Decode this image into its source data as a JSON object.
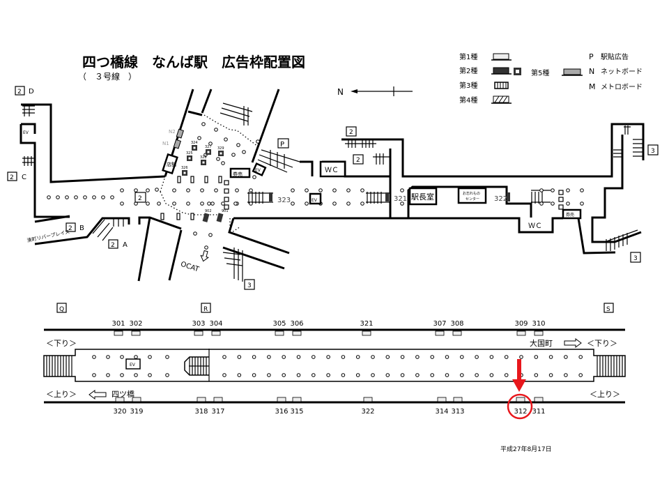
{
  "title": "四つ橋線　なんば駅　広告枠配置図",
  "subtitle": "（　３号線　）",
  "north": {
    "label": "N"
  },
  "legend": {
    "type1": "第1種",
    "type2": "第2種",
    "type3": "第3種",
    "type4": "第4種",
    "type5": "第5種",
    "p_key": "P",
    "p_label": "駅貼広告",
    "n_key": "N",
    "n_label": "ネットボード",
    "m_key": "M",
    "m_label": "メトロボード"
  },
  "concourse": {
    "exits": {
      "d_num": "2",
      "d": "D",
      "c_num": "2",
      "c": "C",
      "b_num": "2",
      "b": "B",
      "a_num": "2",
      "a": "A",
      "mid_num": "2",
      "p_box": "P",
      "north_num1": "2",
      "north_num2": "2",
      "right_top": "3",
      "right_bottom": "3",
      "south": "3"
    },
    "destinations": {
      "riverplace": "湊町リバープレイス",
      "ocat": "OCAT"
    },
    "rooms": {
      "ev_left": "EV",
      "ev_mid": "EV",
      "ev_corr": "EV",
      "shop": "店舗",
      "ticket1": "券売",
      "ticket2": "券売",
      "wc1": "ＷＣ",
      "wc2": "ＷＣ",
      "stationmaster": "駅長室",
      "lost_found_1": "お忘れもの",
      "lost_found_2": "センター"
    },
    "netboards": [
      "N2",
      "N1"
    ],
    "ads": [
      "324",
      "327",
      "329",
      "325",
      "328",
      "326",
      "902",
      "901",
      "323",
      "321",
      "322"
    ]
  },
  "platform": {
    "markers": [
      "Q",
      "R",
      "S"
    ],
    "top_ads": [
      "301",
      "302",
      "303",
      "304",
      "305",
      "306",
      "321",
      "307",
      "308",
      "309",
      "310"
    ],
    "bottom_ads": [
      "320",
      "319",
      "318",
      "317",
      "316",
      "315",
      "322",
      "314",
      "313",
      "312",
      "311"
    ],
    "down_left": "＜下り＞",
    "down_right": "＜下り＞",
    "down_dest": "大国町",
    "up_left": "＜上り＞",
    "up_right": "＜上り＞",
    "up_dest": "四ツ橋",
    "ev": "EV",
    "highlighted_ad": "312",
    "highlight_color": "#e8171c"
  },
  "date": "平成27年8月17日"
}
